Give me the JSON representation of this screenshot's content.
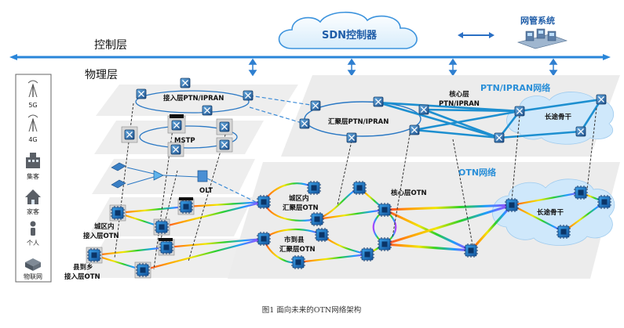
{
  "layers": {
    "control": "控制层",
    "physical": "物理层"
  },
  "controller": {
    "sdn": "SDN控制器",
    "nms": "网管系统"
  },
  "sidebar": [
    {
      "label": "5G",
      "icon": "antenna-5g-icon"
    },
    {
      "label": "4G",
      "icon": "antenna-4g-icon"
    },
    {
      "label": "集客",
      "icon": "building-icon"
    },
    {
      "label": "家客",
      "icon": "house-icon"
    },
    {
      "label": "个人",
      "icon": "person-icon"
    },
    {
      "label": "物联网",
      "icon": "iot-device-icon"
    }
  ],
  "labels": {
    "ptn_access": "接入层PTN/IPRAN",
    "ptn_agg": "汇聚层PTN/IPRAN",
    "ptn_core_l1": "核心层",
    "ptn_core_l2": "PTN/IPRAN",
    "ptn_network": "PTN/IPRAN网络",
    "longhaul_top": "长途骨干",
    "mstp": "MSTP",
    "olt": "OLT",
    "otn_network": "OTN网络",
    "city_agg_l1": "城区内",
    "city_agg_l2": "汇聚层OTN",
    "core_otn": "核心层OTN",
    "longhaul_bottom": "长途骨干",
    "city_access_l1": "城区内",
    "city_access_l2": "接入层OTN",
    "county_agg_l1": "市到县",
    "county_agg_l2": "汇聚层OTN",
    "county_access_l1": "县到乡",
    "county_access_l2": "接入层OTN"
  },
  "caption": "图1  面向未来的OTN网络架构"
}
